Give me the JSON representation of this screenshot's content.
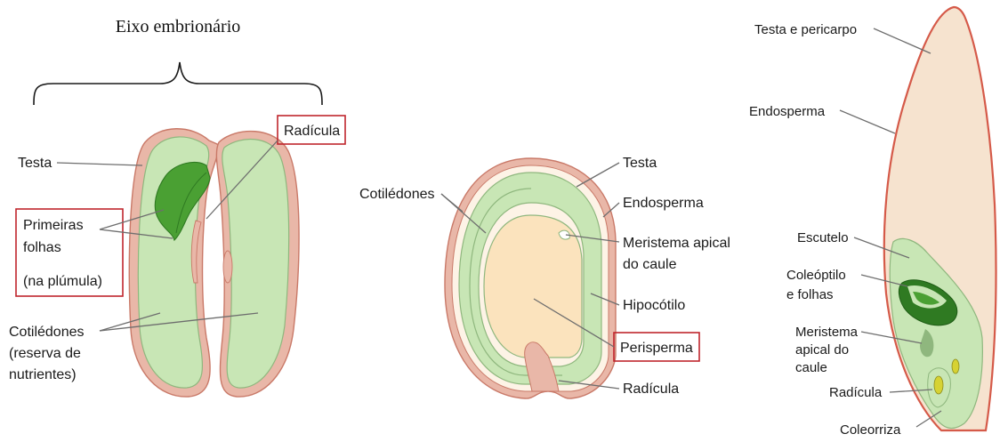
{
  "bean": {
    "axis_title": "Eixo embrionário",
    "radicle": "Radícula",
    "seed_coat": "Testa",
    "first_leaves": [
      "Primeiras",
      "folhas",
      "(na plúmula)"
    ],
    "cotyledons": [
      "Cotilédones",
      "(reserva de",
      "nutrientes)"
    ]
  },
  "middle": {
    "cotyledons": "Cotilédones",
    "seed_coat": "Testa",
    "endosperm": "Endosperma",
    "shoot_meristem": [
      "Meristema apical",
      "do caule"
    ],
    "hypocotyl": "Hipocótilo",
    "perisperm": "Perisperma",
    "radicle": "Radícula"
  },
  "grain": {
    "coat": "Testa e pericarpo",
    "endosperm": "Endosperma",
    "scutellum": "Escutelo",
    "coleoptile": [
      "Coleóptilo",
      "e folhas"
    ],
    "shoot_meristem": [
      "Meristema",
      "apical do",
      "caule"
    ],
    "radicle": "Radícula",
    "coleorhiza": "Coleorriza"
  },
  "colors": {
    "seed_coat": "#e9b7a8",
    "coat_outline": "#c97968",
    "cotyledon": "#c8e6b5",
    "cotyledon_outline": "#8fb77e",
    "leaf": "#4aa033",
    "perisperm": "#fbe3bd",
    "endosperm_grain": "#f6e3cf",
    "pericarp_line": "#d55a49",
    "highlight_box": "#c0262d"
  }
}
